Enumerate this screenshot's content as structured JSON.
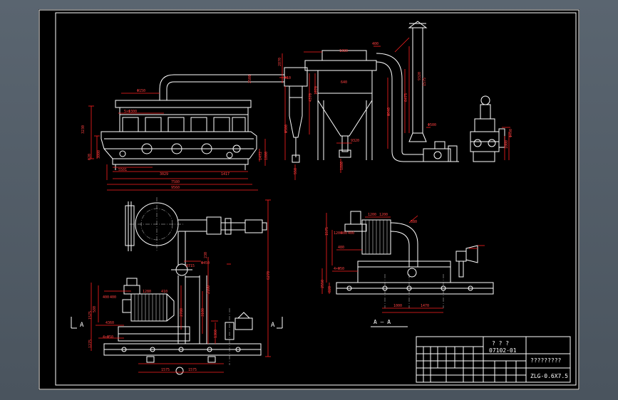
{
  "title_block": {
    "drawing_no": "07102-01",
    "model": "ZLG-0.6X7.5",
    "upper_mark": "? ? ?",
    "drawing_name": "?????????"
  },
  "section_labels": {
    "section_title": "A — A",
    "left_marker": "A",
    "right_marker": "A"
  },
  "dimensions_top": [
    "2870",
    "250",
    "410",
    "400",
    "1080",
    "400",
    "4370",
    "1070",
    "2500",
    "5×Φ300",
    "1800",
    "1000",
    "3000",
    "550",
    "6475",
    "Φ640",
    "1472",
    "1880",
    "9320",
    "Φ500",
    "Φ150",
    "640",
    "620",
    "5501",
    "7580",
    "9560",
    "3029",
    "1417",
    "3230",
    "1575",
    "1860",
    "1000",
    "Φ490",
    "Φ500"
  ],
  "dimensions_bottom": [
    "Φ450",
    "230",
    "2100",
    "6270",
    "4×Φ50",
    "580",
    "400",
    "400",
    "1200",
    "1280",
    "410",
    "1360",
    "4360",
    "8715",
    "3100",
    "2780",
    "1575",
    "1575",
    "3215",
    "2550",
    "480",
    "4×Φ50",
    "1000",
    "1470",
    "1575",
    "1575",
    "1275",
    "2550",
    "820",
    "580",
    "400",
    "400",
    "1200",
    "1200"
  ]
}
